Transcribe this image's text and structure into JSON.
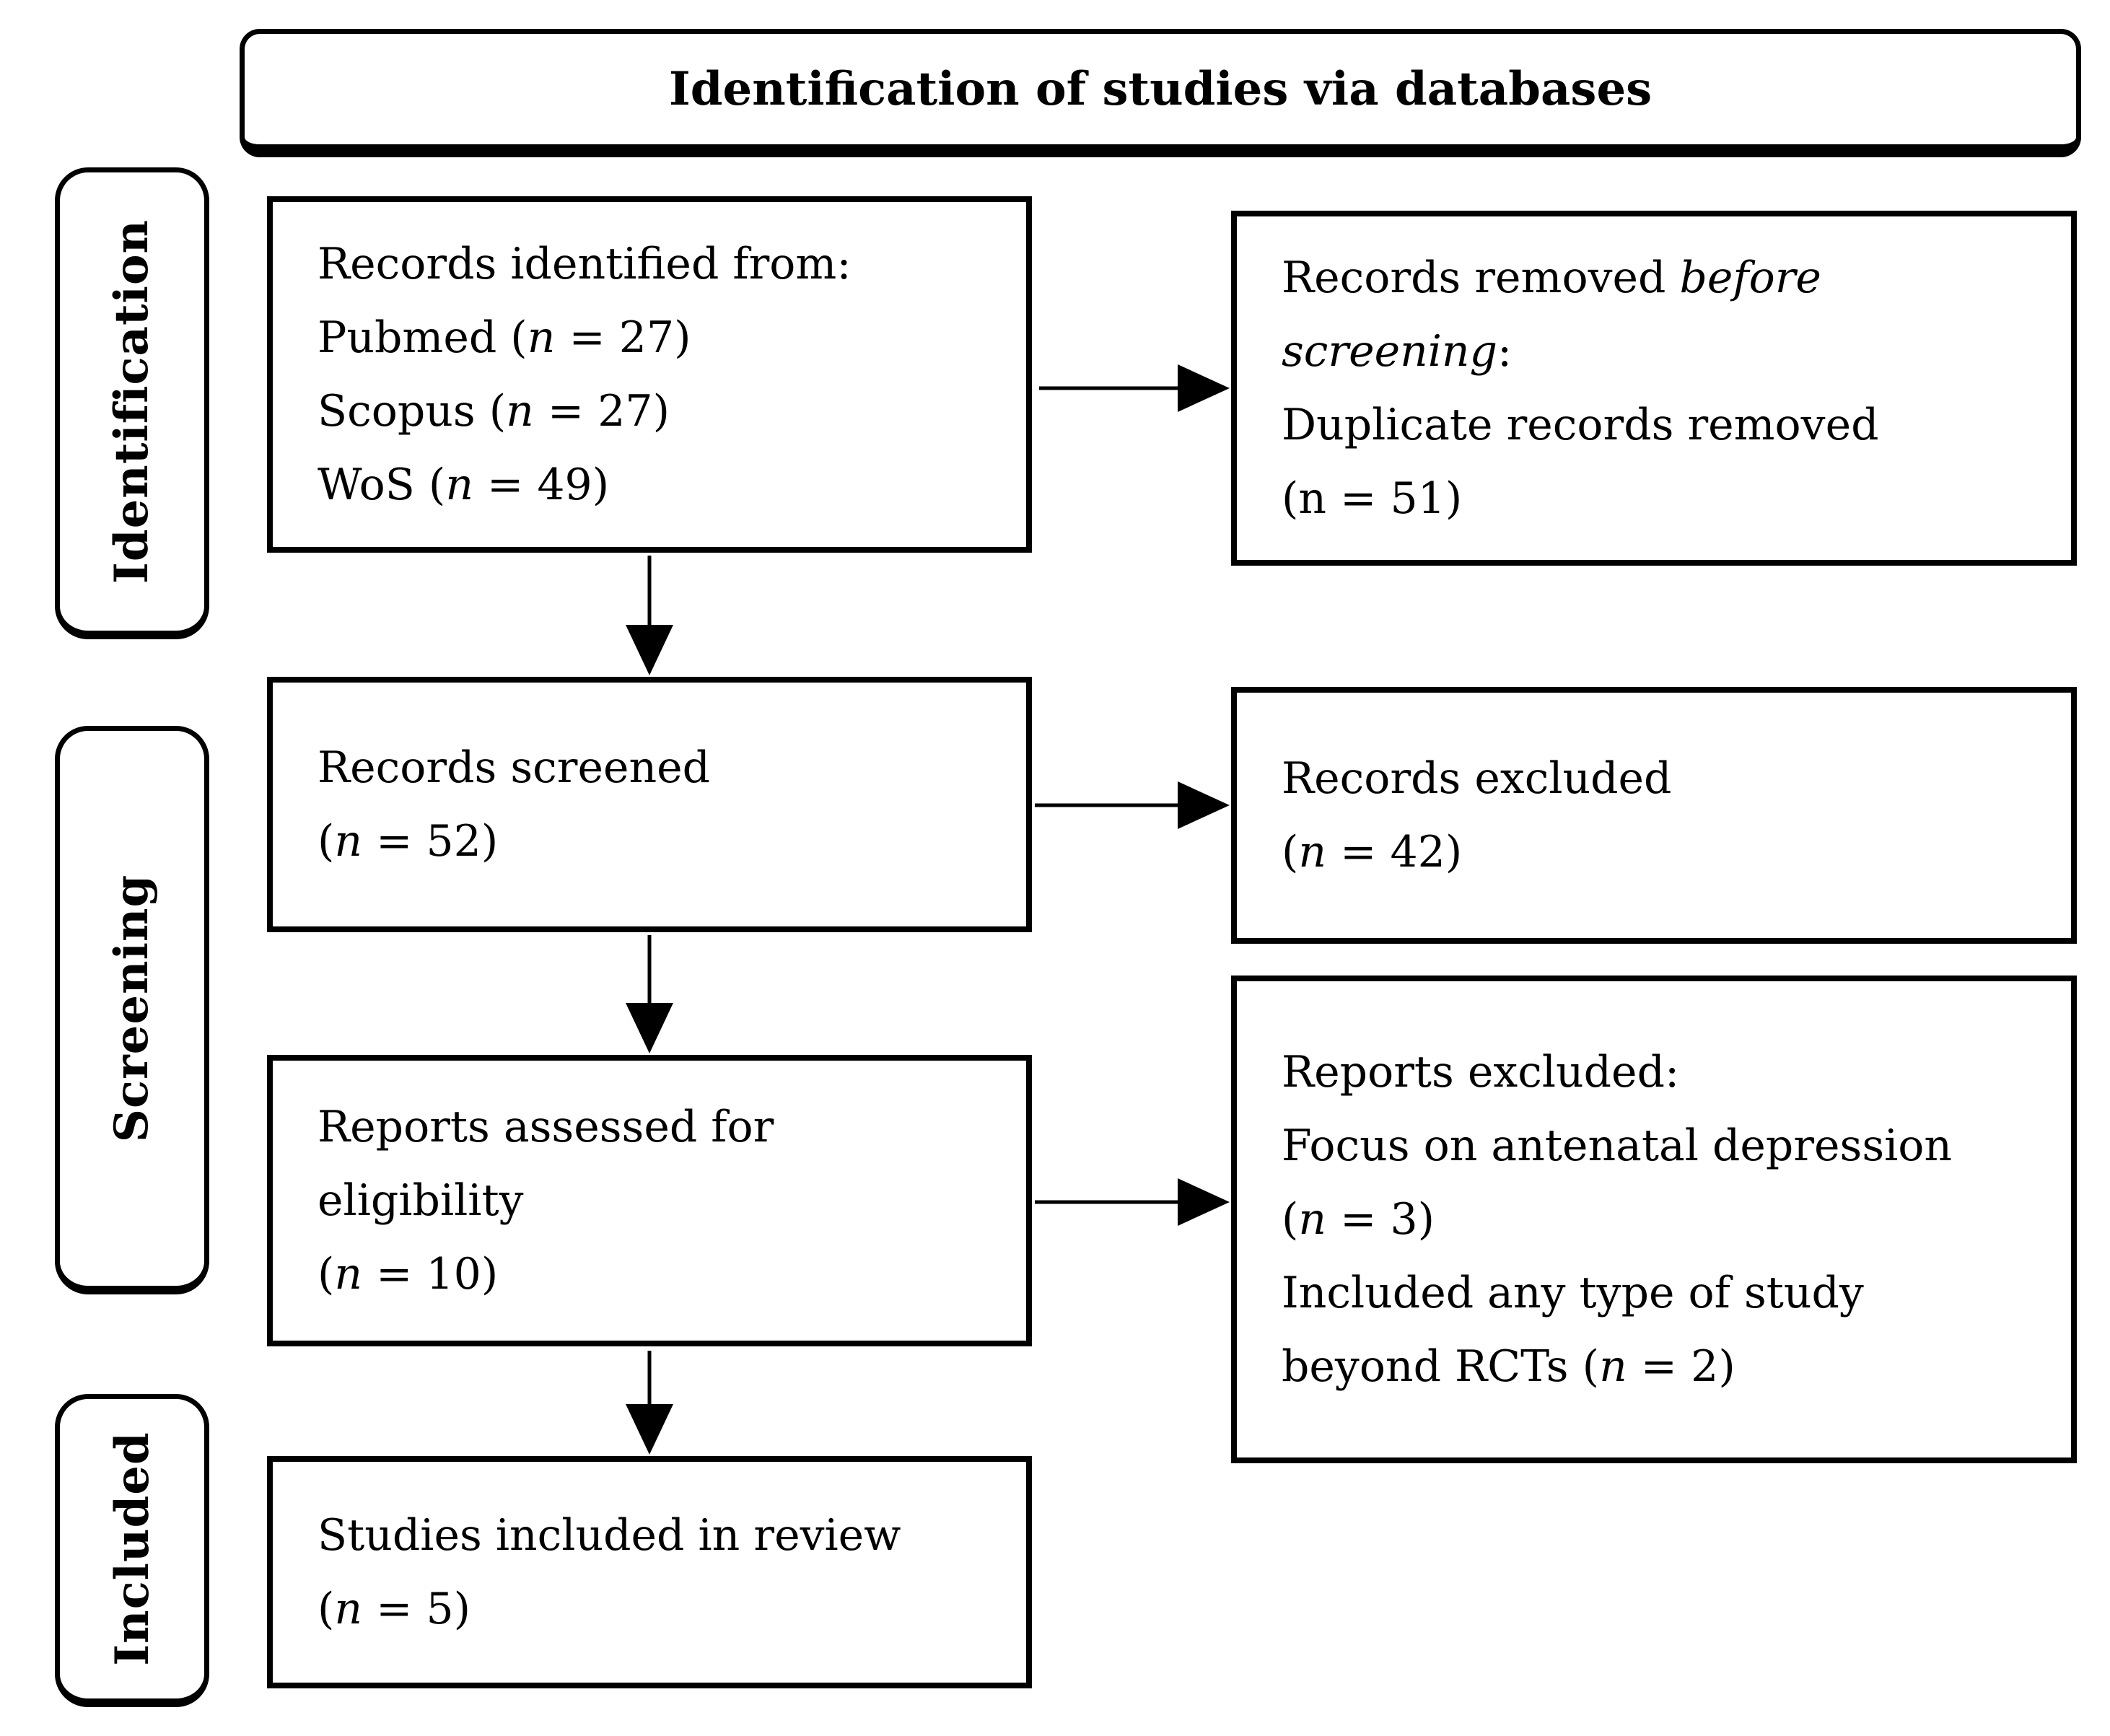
{
  "colors": {
    "ink": "#000000",
    "paper": "#ffffff"
  },
  "header": {
    "title": "Identification of studies via databases"
  },
  "stages": [
    {
      "label": "Identification"
    },
    {
      "label": "Screening"
    },
    {
      "label": "Included"
    }
  ],
  "boxes": {
    "identified": {
      "lines": [
        [
          {
            "t": "Records identified from:"
          }
        ],
        [
          {
            "t": "Pubmed ("
          },
          {
            "t": "n",
            "i": true
          },
          {
            "t": " = 27)"
          }
        ],
        [
          {
            "t": "Scopus ("
          },
          {
            "t": "n",
            "i": true
          },
          {
            "t": " = 27)"
          }
        ],
        [
          {
            "t": "WoS ("
          },
          {
            "t": "n",
            "i": true
          },
          {
            "t": " = 49)"
          }
        ]
      ]
    },
    "removed": {
      "lines": [
        [
          {
            "t": "Records removed "
          },
          {
            "t": "before",
            "i": true
          }
        ],
        [
          {
            "t": "screening",
            "i": true
          },
          {
            "t": ":"
          }
        ],
        [
          {
            "t": "Duplicate records removed"
          }
        ],
        [
          {
            "t": "(n = 51)"
          }
        ]
      ]
    },
    "screened": {
      "lines": [
        [
          {
            "t": "Records screened"
          }
        ],
        [
          {
            "t": "("
          },
          {
            "t": "n",
            "i": true
          },
          {
            "t": " = 52)"
          }
        ]
      ]
    },
    "excluded": {
      "lines": [
        [
          {
            "t": "Records excluded"
          }
        ],
        [
          {
            "t": "("
          },
          {
            "t": "n",
            "i": true
          },
          {
            "t": " = 42)"
          }
        ]
      ]
    },
    "assessed": {
      "lines": [
        [
          {
            "t": "Reports assessed for"
          }
        ],
        [
          {
            "t": "eligibility"
          }
        ],
        [
          {
            "t": "("
          },
          {
            "t": "n",
            "i": true
          },
          {
            "t": " = 10)"
          }
        ]
      ]
    },
    "reports_excluded": {
      "lines": [
        [
          {
            "t": "Reports excluded:"
          }
        ],
        [
          {
            "t": "Focus on antenatal depression"
          }
        ],
        [
          {
            "t": "("
          },
          {
            "t": "n",
            "i": true
          },
          {
            "t": " = 3)"
          }
        ],
        [
          {
            "t": "Included any type of study"
          }
        ],
        [
          {
            "t": "beyond RCTs ("
          },
          {
            "t": "n",
            "i": true
          },
          {
            "t": " = 2)"
          }
        ]
      ]
    },
    "included_review": {
      "lines": [
        [
          {
            "t": "Studies included in review"
          }
        ],
        [
          {
            "t": "("
          },
          {
            "t": "n",
            "i": true
          },
          {
            "t": " = 5)"
          }
        ]
      ]
    }
  }
}
